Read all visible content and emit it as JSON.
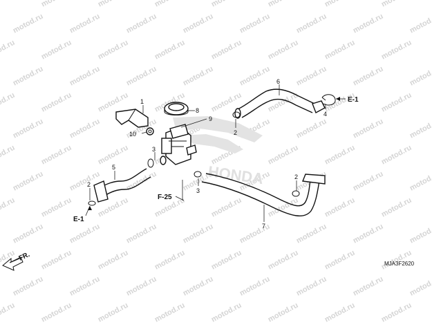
{
  "watermark": "motod.ru",
  "brand_watermark": "HONDA",
  "callouts": {
    "c1": "1",
    "c2a": "2",
    "c2b": "2",
    "c2c": "2",
    "c3a": "3",
    "c3b": "3",
    "c4": "4",
    "c5": "5",
    "c6": "6",
    "c7": "7",
    "c8": "8",
    "c9": "9",
    "c10": "10"
  },
  "refs": {
    "e1_top": "E-1",
    "e1_left": "E-1",
    "f25": "F-25",
    "fr": "FR."
  },
  "diagram_code": "MJA3F2620"
}
